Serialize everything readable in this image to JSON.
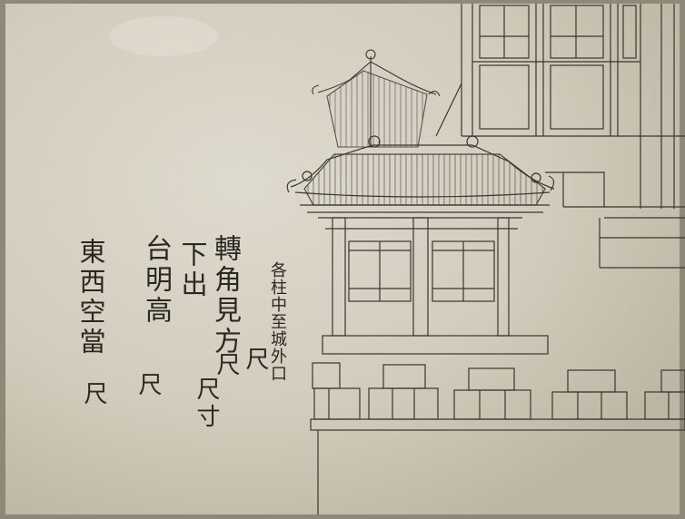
{
  "inscriptions": {
    "col1": "轉角見方",
    "col2": "下出",
    "col3": "台明高",
    "col4": "東西空當",
    "col5": "各柱中至城外口",
    "col6": "尺",
    "col7": "尺寸",
    "col8": "尺",
    "col9": "尺",
    "col10": "尺"
  },
  "colors": {
    "paper": "#d8d2c2",
    "ink": "#3a3630",
    "mat": "#8f8879"
  }
}
